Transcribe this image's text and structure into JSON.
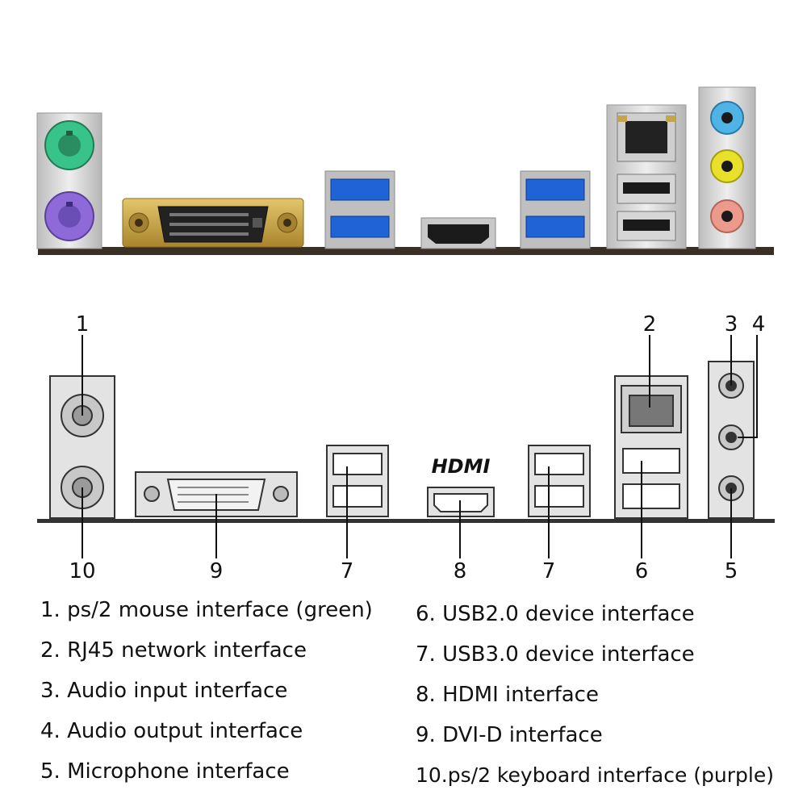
{
  "diagram": {
    "brand_logo": "HDMI",
    "callouts": [
      "1",
      "2",
      "3",
      "4",
      "10",
      "9",
      "7",
      "8",
      "7",
      "6",
      "5"
    ]
  },
  "legend": {
    "left": [
      "1. ps/2 mouse interface (green)",
      "2. RJ45 network interface",
      "3. Audio input interface",
      "4. Audio output interface",
      "5. Microphone interface"
    ],
    "right": [
      "6. USB2.0 device interface",
      "7. USB3.0 device interface",
      "8. HDMI interface",
      "9. DVI-D interface",
      "10.ps/2 keyboard interface (purple)"
    ]
  },
  "colors": {
    "ps2_mouse": "#3cc48a",
    "ps2_keyboard": "#8d6ad8",
    "usb3_blue": "#1f63d6",
    "dvi_gold": "#c9a64a",
    "audio_line_in": "#4fb3e6",
    "audio_line_out": "#e8e02a",
    "audio_mic": "#ec9a8c",
    "panel_silver": "#dcdcdc"
  }
}
